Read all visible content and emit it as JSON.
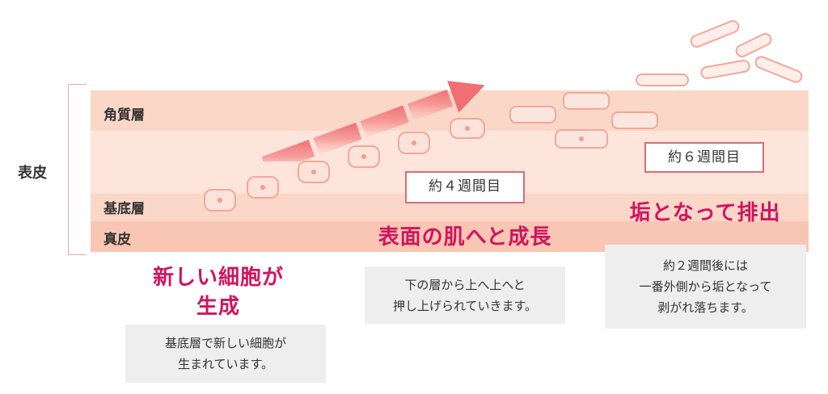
{
  "epidermis_label": "表皮",
  "layers": {
    "stratum_corneum": "角質層",
    "basal_layer": "基底層",
    "dermis": "真皮"
  },
  "week_badges": {
    "week4": "約４週間目",
    "week6": "約６週間目"
  },
  "stages": [
    {
      "title": "新しい細胞が\n生成",
      "description": "基底層で新しい細胞が\n生まれています。"
    },
    {
      "title": "表面の肌へと成長",
      "description": "下の層から上へ上へと\n押し上げられていきます。"
    },
    {
      "title": "垢となって排出",
      "description": "約２週間後には\n一番外側から垢となって\n剥がれ落ちます。"
    }
  ],
  "colors": {
    "accent": "#d0145f",
    "badge_border": "#d86d77",
    "cell_border": "#f2a899",
    "arrow": "#f06f74"
  }
}
